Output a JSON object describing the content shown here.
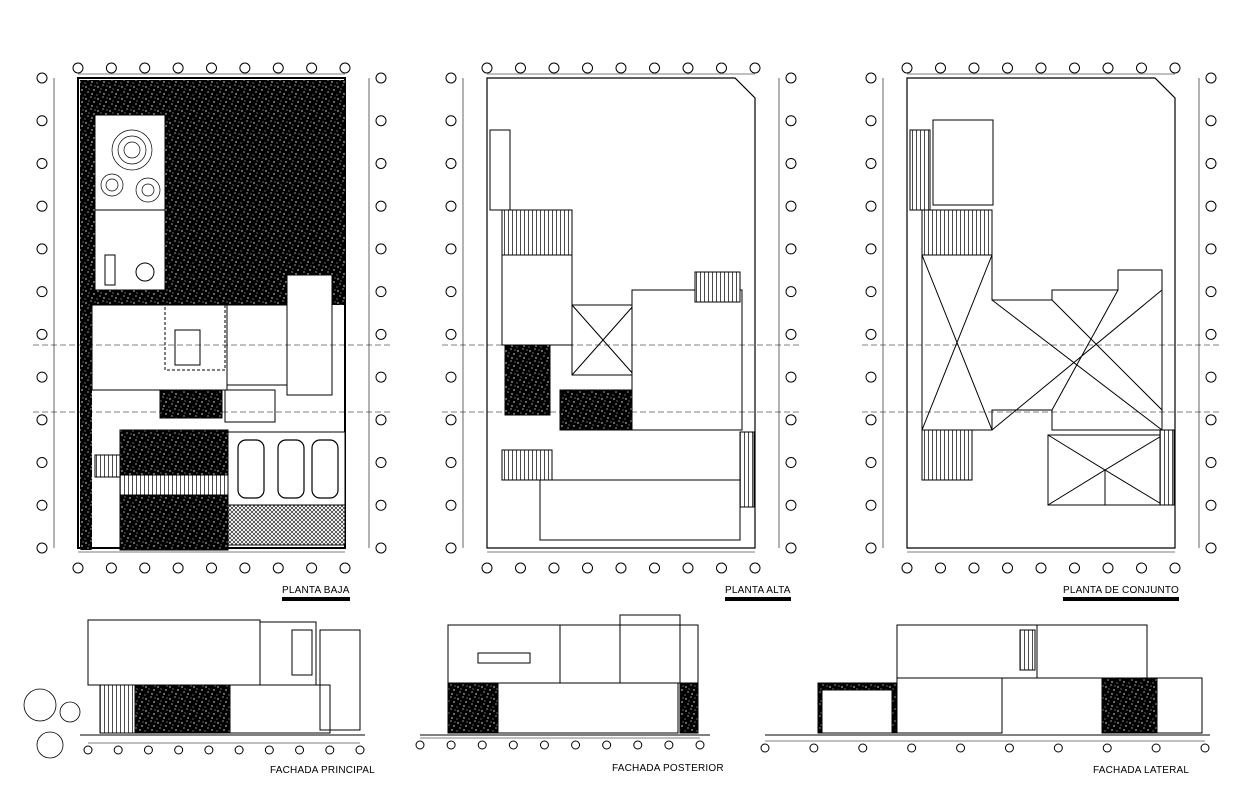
{
  "drawing": {
    "plans": [
      {
        "id": "planta-baja",
        "title": "PLANTA BAJA"
      },
      {
        "id": "planta-alta",
        "title": "PLANTA ALTA"
      },
      {
        "id": "planta-conjunto",
        "title": "PLANTA DE CONJUNTO"
      }
    ],
    "elevations": [
      {
        "id": "fachada-principal",
        "title": "FACHADA PRINCIPAL"
      },
      {
        "id": "fachada-posterior",
        "title": "FACHADA POSTERIOR"
      },
      {
        "id": "fachada-lateral",
        "title": "FACHADA LATERAL"
      }
    ],
    "colors": {
      "line": "#000000",
      "background": "#ffffff"
    }
  }
}
